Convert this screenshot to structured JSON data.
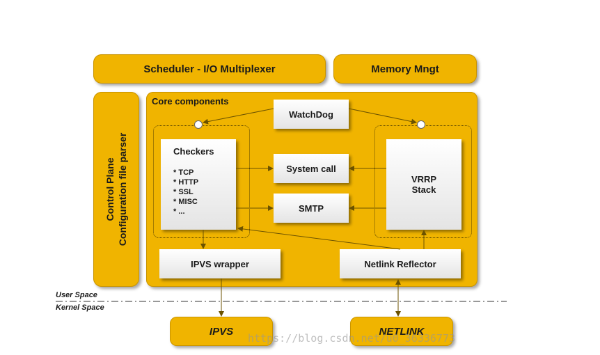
{
  "top": {
    "scheduler": "Scheduler - I/O Multiplexer",
    "memory": "Memory Mngt"
  },
  "control_plane": {
    "line1": "Control Plane",
    "line2": "Configuration file parser"
  },
  "core": {
    "title": "Core components",
    "watchdog": "WatchDog",
    "checkers_title": "Checkers",
    "checkers_items": [
      "TCP",
      "HTTP",
      "SSL",
      "MISC",
      "..."
    ],
    "system_call": "System call",
    "smtp": "SMTP",
    "vrrp_line1": "VRRP",
    "vrrp_line2": "Stack",
    "ipvs_wrapper": "IPVS wrapper",
    "netlink_reflector": "Netlink Reflector"
  },
  "spaces": {
    "user": "User Space",
    "kernel": "Kernel Space"
  },
  "bottom": {
    "ipvs": "IPVS",
    "netlink": "NETLINK"
  },
  "watermark": "https://blog.csdn.net/u0_36336773",
  "colors": {
    "gold": "#f0b400",
    "box": "#ffffff"
  }
}
